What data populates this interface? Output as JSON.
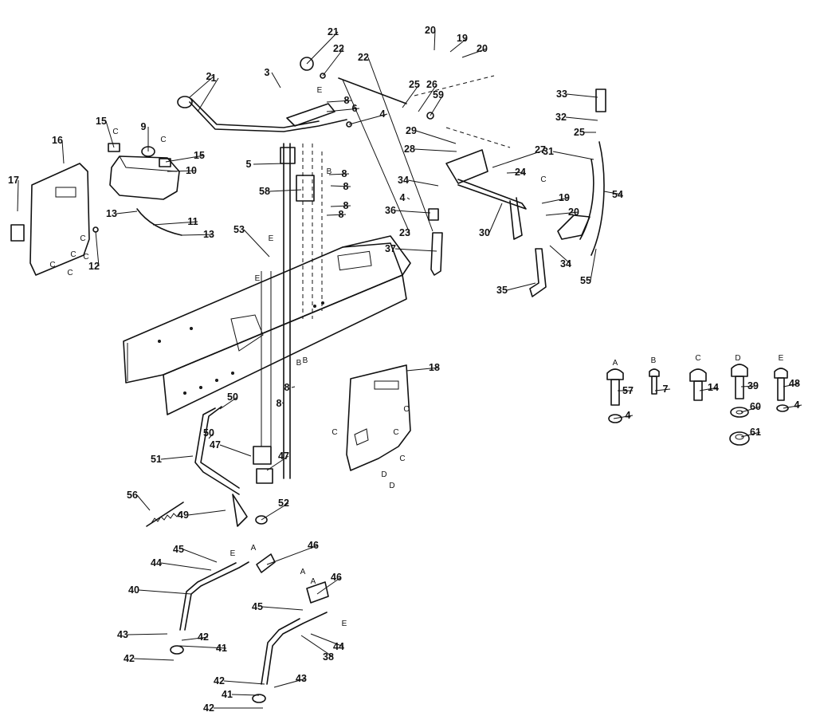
{
  "diagram": {
    "callouts": [
      {
        "text": "1",
        "dot": [
          248,
          140
        ]
      },
      {
        "text": "2",
        "dot": [
          238,
          122
        ]
      },
      {
        "text": "3",
        "dot": [
          352,
          110
        ]
      },
      {
        "text": "4",
        "dot": [
          438,
          156
        ]
      },
      {
        "text": "4",
        "dot": [
          514,
          250
        ]
      },
      {
        "text": "4",
        "dot": [
          770,
          525
        ]
      },
      {
        "text": "4",
        "dot": [
          983,
          512
        ]
      },
      {
        "text": "5",
        "dot": [
          358,
          205
        ]
      },
      {
        "text": "6",
        "dot": [
          410,
          140
        ]
      },
      {
        "text": "7",
        "dot": [
          822,
          490
        ]
      },
      {
        "text": "8",
        "dot": [
          410,
          128
        ]
      },
      {
        "text": "8",
        "dot": [
          413,
          219
        ]
      },
      {
        "text": "8",
        "dot": [
          415,
          233
        ]
      },
      {
        "text": "8",
        "dot": [
          415,
          259
        ]
      },
      {
        "text": "8",
        "dot": [
          410,
          270
        ]
      },
      {
        "text": "8",
        "dot": [
          370,
          485
        ]
      },
      {
        "text": "8",
        "dot": [
          354,
          505
        ]
      },
      {
        "text": "9",
        "dot": [
          186,
          190
        ]
      },
      {
        "text": "10",
        "dot": [
          210,
          215
        ]
      },
      {
        "text": "11",
        "dot": [
          192,
          282
        ]
      },
      {
        "text": "12",
        "dot": [
          120,
          290
        ]
      },
      {
        "text": "13",
        "dot": [
          172,
          265
        ]
      },
      {
        "text": "13",
        "dot": [
          228,
          295
        ]
      },
      {
        "text": "14",
        "dot": [
          878,
          490
        ]
      },
      {
        "text": "15",
        "dot": [
          143,
          185
        ]
      },
      {
        "text": "15",
        "dot": [
          208,
          203
        ]
      },
      {
        "text": "16",
        "dot": [
          80,
          205
        ]
      },
      {
        "text": "17",
        "dot": [
          22,
          265
        ]
      },
      {
        "text": "18",
        "dot": [
          510,
          465
        ]
      },
      {
        "text": "19",
        "dot": [
          565,
          65
        ]
      },
      {
        "text": "19",
        "dot": [
          680,
          255
        ]
      },
      {
        "text": "20",
        "dot": [
          545,
          63
        ]
      },
      {
        "text": "20",
        "dot": [
          580,
          72
        ]
      },
      {
        "text": "20",
        "dot": [
          685,
          270
        ]
      },
      {
        "text": "21",
        "dot": [
          385,
          80
        ]
      },
      {
        "text": "22",
        "dot": [
          405,
          95
        ]
      },
      {
        "text": "22",
        "dot": [
          543,
          290
        ]
      },
      {
        "text": "23",
        "dot": [
          430,
          100
        ]
      },
      {
        "text": "24",
        "dot": [
          636,
          217
        ]
      },
      {
        "text": "25",
        "dot": [
          505,
          135
        ]
      },
      {
        "text": "25",
        "dot": [
          748,
          166
        ]
      },
      {
        "text": "26",
        "dot": [
          525,
          140
        ]
      },
      {
        "text": "27",
        "dot": [
          618,
          210
        ]
      },
      {
        "text": "28",
        "dot": [
          573,
          190
        ]
      },
      {
        "text": "29",
        "dot": [
          572,
          180
        ]
      },
      {
        "text": "30",
        "dot": [
          630,
          255
        ]
      },
      {
        "text": "31",
        "dot": [
          745,
          200
        ]
      },
      {
        "text": "32",
        "dot": [
          750,
          151
        ]
      },
      {
        "text": "33",
        "dot": [
          750,
          122
        ]
      },
      {
        "text": "34",
        "dot": [
          550,
          233
        ]
      },
      {
        "text": "34",
        "dot": [
          690,
          308
        ]
      },
      {
        "text": "35",
        "dot": [
          672,
          355
        ]
      },
      {
        "text": "36",
        "dot": [
          540,
          267
        ]
      },
      {
        "text": "37",
        "dot": [
          548,
          315
        ]
      },
      {
        "text": "38",
        "dot": [
          378,
          797
        ]
      },
      {
        "text": "39",
        "dot": [
          930,
          485
        ]
      },
      {
        "text": "40",
        "dot": [
          240,
          745
        ]
      },
      {
        "text": "41",
        "dot": [
          225,
          810
        ]
      },
      {
        "text": "41",
        "dot": [
          325,
          872
        ]
      },
      {
        "text": "42",
        "dot": [
          228,
          803
        ]
      },
      {
        "text": "42",
        "dot": [
          218,
          828
        ]
      },
      {
        "text": "42",
        "dot": [
          332,
          858
        ]
      },
      {
        "text": "42",
        "dot": [
          330,
          888
        ]
      },
      {
        "text": "43",
        "dot": [
          210,
          795
        ]
      },
      {
        "text": "43",
        "dot": [
          344,
          862
        ]
      },
      {
        "text": "44",
        "dot": [
          265,
          715
        ]
      },
      {
        "text": "44",
        "dot": [
          390,
          795
        ]
      },
      {
        "text": "45",
        "dot": [
          272,
          705
        ]
      },
      {
        "text": "45",
        "dot": [
          380,
          765
        ]
      },
      {
        "text": "46",
        "dot": [
          335,
          708
        ]
      },
      {
        "text": "46",
        "dot": [
          398,
          745
        ]
      },
      {
        "text": "47",
        "dot": [
          315,
          572
        ]
      },
      {
        "text": "47",
        "dot": [
          335,
          590
        ]
      },
      {
        "text": "48",
        "dot": [
          983,
          485
        ]
      },
      {
        "text": "49",
        "dot": [
          283,
          640
        ]
      },
      {
        "text": "50",
        "dot": [
          276,
          513
        ]
      },
      {
        "text": "50",
        "dot": [
          262,
          550
        ]
      },
      {
        "text": "51",
        "dot": [
          242,
          572
        ]
      },
      {
        "text": "52",
        "dot": [
          328,
          652
        ]
      },
      {
        "text": "53",
        "dot": [
          338,
          322
        ]
      },
      {
        "text": "54",
        "dot": [
          758,
          240
        ]
      },
      {
        "text": "55",
        "dot": [
          748,
          312
        ]
      },
      {
        "text": "56",
        "dot": [
          188,
          640
        ]
      },
      {
        "text": "57",
        "dot": [
          775,
          490
        ]
      },
      {
        "text": "58",
        "dot": [
          378,
          238
        ]
      },
      {
        "text": "59",
        "dot": [
          540,
          145
        ]
      },
      {
        "text": "60",
        "dot": [
          930,
          517
        ]
      },
      {
        "text": "61",
        "dot": [
          930,
          548
        ]
      }
    ],
    "letter_marks": [
      "A",
      "A",
      "A",
      "A",
      "B",
      "B",
      "B",
      "B",
      "C",
      "C",
      "C",
      "C",
      "C",
      "C",
      "C",
      "C",
      "C",
      "C",
      "C",
      "C",
      "C",
      "D",
      "D",
      "D",
      "E",
      "E",
      "E",
      "E",
      "E",
      "E"
    ],
    "hardware_legend": [
      {
        "letter": "A",
        "part": "57",
        "sub": "4"
      },
      {
        "letter": "B",
        "part": "7"
      },
      {
        "letter": "C",
        "part": "14"
      },
      {
        "letter": "D",
        "part": "39",
        "sub": "60",
        "sub2": "61"
      },
      {
        "letter": "E",
        "part": "48",
        "sub": "4"
      }
    ]
  }
}
